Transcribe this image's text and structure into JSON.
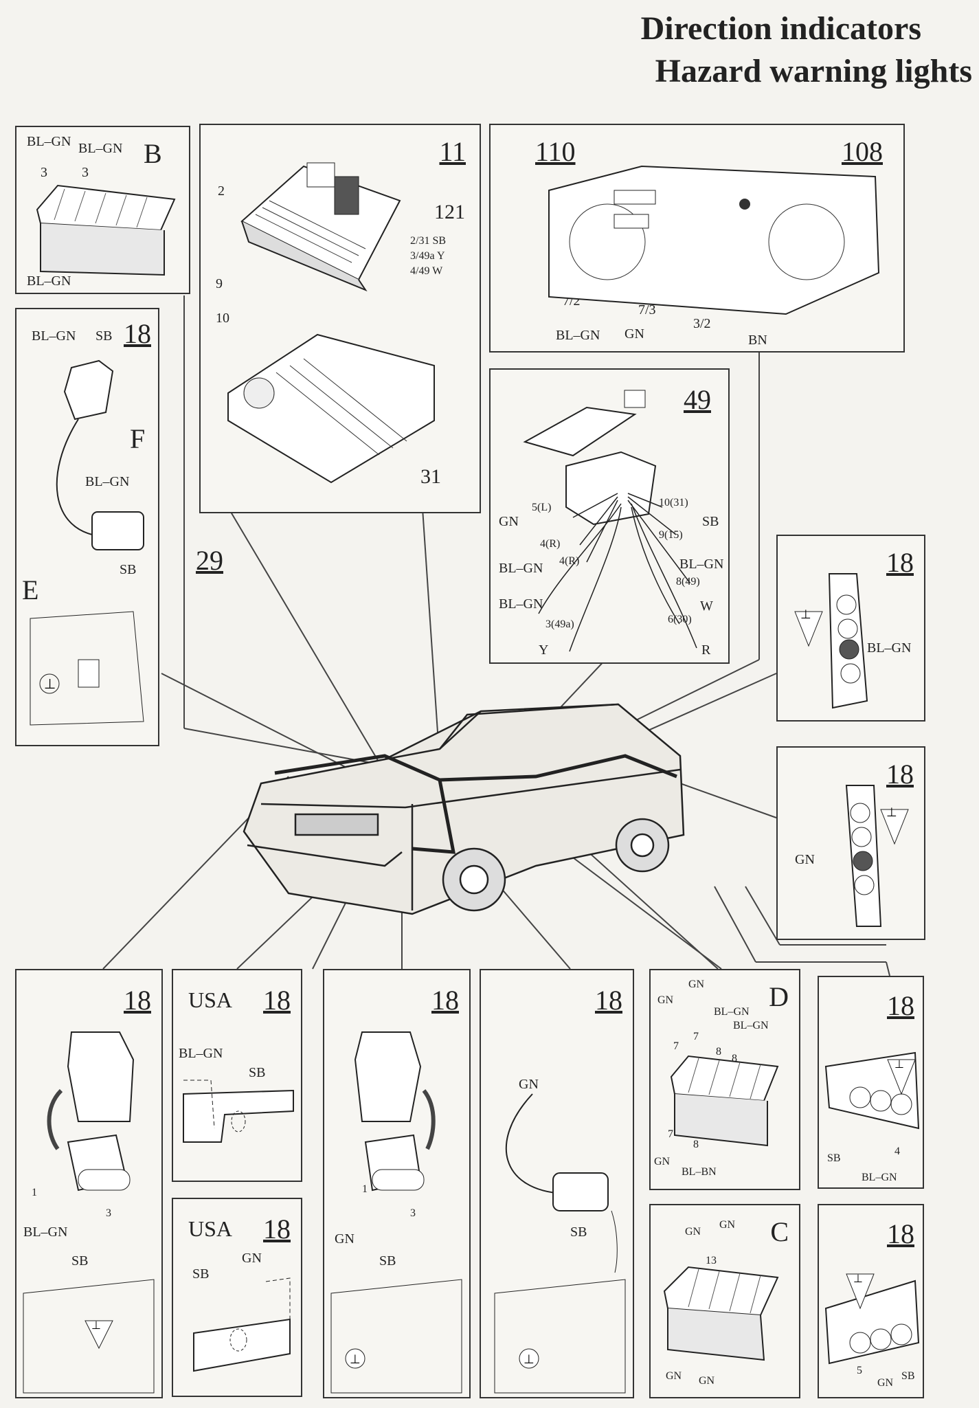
{
  "title": {
    "line1": "Direction indicators",
    "line2": "Hazard warning lights"
  },
  "panels": {
    "B": {
      "letter": "B",
      "labels": [
        "BL–GN",
        "BL–GN",
        "3",
        "3",
        "BL–GN"
      ]
    },
    "fusebox": {
      "number": "11",
      "labels": [
        "2",
        "121",
        "2/31 SB",
        "3/49a Y",
        "4/49 W",
        "9",
        "10",
        "31"
      ]
    },
    "cluster": {
      "num_left": "110",
      "num_right": "108",
      "labels": [
        "7/2",
        "7/3",
        "3/2",
        "BL–GN",
        "GN",
        "BN"
      ]
    },
    "F": {
      "number": "18",
      "letter": "F",
      "letter_e": "E",
      "labels": [
        "BL–GN",
        "SB",
        "BL–GN",
        "SB"
      ]
    },
    "switch49": {
      "number": "49",
      "labels": [
        "5(L)",
        "GN",
        "4(R)",
        "4(R)",
        "BL–GN",
        "BL–GN",
        "3(49a)",
        "Y",
        "10(31)",
        "SB",
        "9(15)",
        "BL–GN",
        "8(49)",
        "W",
        "6(30)",
        "R"
      ]
    },
    "rear1": {
      "number": "18",
      "labels": [
        "BL–GN"
      ]
    },
    "rear2": {
      "number": "18",
      "labels": [
        "GN"
      ]
    },
    "ref29": "29",
    "front_left": {
      "number": "18",
      "labels": [
        "1",
        "3",
        "BL–GN",
        "SB"
      ]
    },
    "usa1": {
      "number": "18",
      "region": "USA",
      "labels": [
        "BL–GN",
        "SB"
      ]
    },
    "usa2": {
      "number": "18",
      "region": "USA",
      "labels": [
        "SB",
        "GN"
      ]
    },
    "front_right": {
      "number": "18",
      "labels": [
        "1",
        "3",
        "GN",
        "SB"
      ]
    },
    "side": {
      "number": "18",
      "labels": [
        "GN",
        "SB"
      ]
    },
    "D": {
      "letter": "D",
      "labels": [
        "GN",
        "GN",
        "BL–GN",
        "BL–GN",
        "7",
        "7",
        "8",
        "8",
        "7",
        "8",
        "GN",
        "BL–BN"
      ]
    },
    "C": {
      "letter": "C",
      "labels": [
        "GN",
        "GN",
        "13",
        "GN",
        "GN"
      ]
    },
    "rear3": {
      "number": "18",
      "labels": [
        "SB",
        "4",
        "BL–GN"
      ]
    },
    "rear4": {
      "number": "18",
      "labels": [
        "5",
        "GN",
        "SB"
      ]
    }
  }
}
